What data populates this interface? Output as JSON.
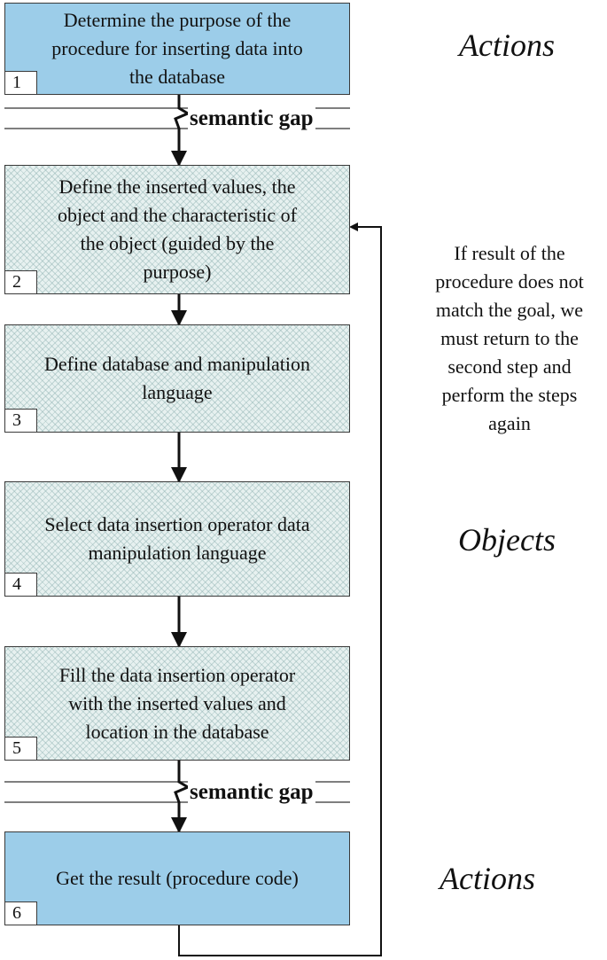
{
  "steps": [
    {
      "number": "1",
      "text": "Determine the purpose of the\nprocedure for inserting data into\nthe database"
    },
    {
      "number": "2",
      "text": "Define the inserted values, the\nobject and the characteristic of\nthe object (guided by the\npurpose)"
    },
    {
      "number": "3",
      "text": "Define database and manipulation\nlanguage"
    },
    {
      "number": "4",
      "text": "Select data insertion operator data\nmanipulation language"
    },
    {
      "number": "5",
      "text": "Fill the data insertion operator\nwith the inserted values and\nlocation in the database"
    },
    {
      "number": "6",
      "text": "Get the result (procedure code)"
    }
  ],
  "gaps": [
    "semantic gap",
    "semantic gap"
  ],
  "labels": {
    "top": "Actions",
    "middle": "Objects",
    "bottom": "Actions"
  },
  "note": "If result of the\nprocedure does not\nmatch the goal, we\nmust return to the\nsecond step and\nperform the steps\nagain",
  "colors": {
    "action_box": "#9ccde9",
    "object_box": "#e7f1f0",
    "lines": "#111111"
  }
}
